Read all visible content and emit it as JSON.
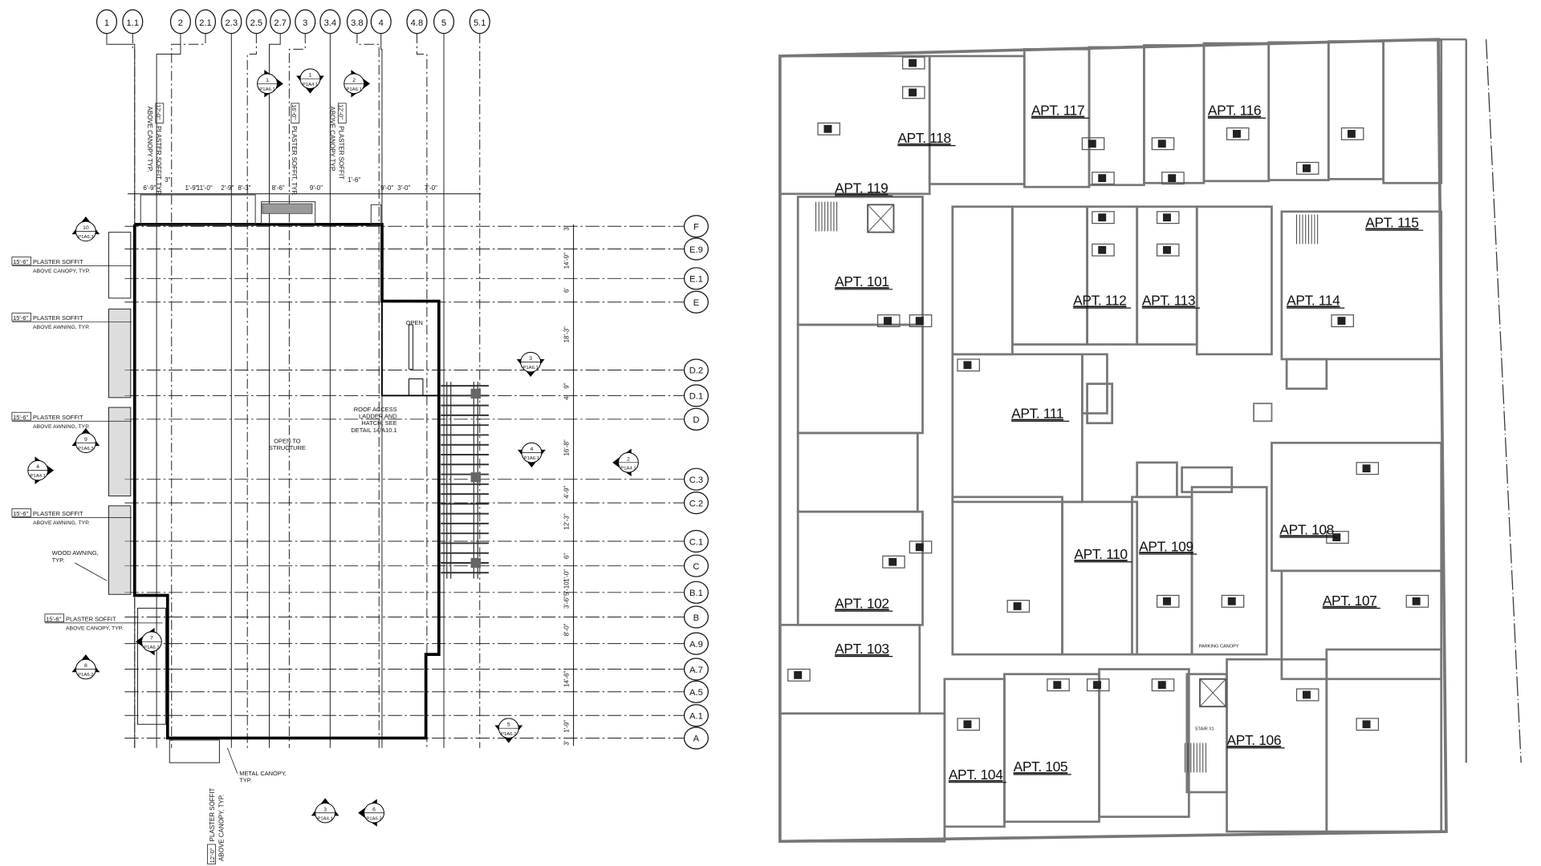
{
  "left_plan": {
    "column_grid": [
      "1",
      "1.1",
      "2",
      "2.1",
      "2.3",
      "2.5",
      "2.7",
      "3",
      "3.4",
      "3.8",
      "4",
      "4.8",
      "5",
      "5.1"
    ],
    "row_grid": [
      "F",
      "E.9",
      "E.1",
      "E",
      "D.2",
      "D.1",
      "D",
      "C.3",
      "C.2",
      "C.1",
      "C",
      "B.1",
      "B",
      "A.9",
      "A.7",
      "A.5",
      "A.1",
      "A"
    ],
    "top_dimensions": [
      "6'-9\"",
      "3\"",
      "1'-9\"",
      "11'-0\"",
      "2'-9\"",
      "8'-3\"",
      "8'-6\"",
      "9'-0\"",
      "1'-6\"",
      "9'-0\"",
      "3'-0\"",
      "7'-0\""
    ],
    "side_dimensions": [
      "3'",
      "14'-9\"",
      "6'",
      "18'-3\"",
      "9\"",
      "4'",
      "16'-8\"",
      "4'-9\"",
      "12'-3\"",
      "6\"",
      "1'-0\"",
      "5'-10\"",
      "3'-6\"",
      "8'-0\"",
      "14'-6\"",
      "1'-9\"",
      "3'"
    ],
    "vertical_notes": [
      {
        "tag": "12'-0\"",
        "text": "PLASTER SOFFIT, TYP.",
        "sub": "ABOVE CANOPY TYP."
      },
      {
        "tag": "16'-0\"",
        "text": "PLASTER SOFFIT, TYP.",
        "sub": ""
      },
      {
        "tag": "12'-0\"",
        "text": "PLASTER SOFFIT",
        "sub": "ABOVE CANOPY TYP."
      },
      {
        "tag": "12'-0\"",
        "text": "PLASTER SOFFIT",
        "sub": "ABOVE CANOPY, TYP."
      }
    ],
    "side_notes": [
      {
        "tag": "15'-6\"",
        "text": "PLASTER SOFFIT",
        "sub": "ABOVE CANOPY, TYP."
      },
      {
        "tag": "15'-6\"",
        "text": "PLASTER SOFFIT",
        "sub": "ABOVE AWNING, TYP."
      },
      {
        "tag": "15'-6\"",
        "text": "PLASTER SOFFIT",
        "sub": "ABOVE AWNING, TYP."
      },
      {
        "tag": "15'-6\"",
        "text": "PLASTER SOFFIT",
        "sub": "ABOVE AWNING, TYP."
      },
      {
        "tag": "15'-6\"",
        "text": "PLASTER SOFFIT",
        "sub": "ABOVE CANOPY, TYP."
      }
    ],
    "notes": {
      "open": "OPEN",
      "roof_access": [
        "ROOF ACCESS",
        "LADDER AND",
        "HATCH, SEE",
        "DETAIL 14/A10.1"
      ],
      "open_to_structure": [
        "OPEN TO",
        "STRUCTURE"
      ],
      "wood_awning": [
        "WOOD AWNING,",
        "TYP."
      ],
      "metal_canopy": [
        "METAL CANOPY,",
        "TYP."
      ]
    },
    "section_markers": [
      {
        "num": "1",
        "sheet": "P1A6.1"
      },
      {
        "num": "1",
        "sheet": "P1A4.1"
      },
      {
        "num": "2",
        "sheet": "P1A6.1"
      },
      {
        "num": "10",
        "sheet": "P1A6.3"
      },
      {
        "num": "3",
        "sheet": "P1A6.1"
      },
      {
        "num": "4",
        "sheet": "P1A6.1"
      },
      {
        "num": "2",
        "sheet": "P1A4.1"
      },
      {
        "num": "9",
        "sheet": "P1A6.3"
      },
      {
        "num": "4",
        "sheet": "P1A4.1"
      },
      {
        "num": "7",
        "sheet": "P1A6.2"
      },
      {
        "num": "8",
        "sheet": "P1A6.2"
      },
      {
        "num": "5",
        "sheet": "P1A6.2"
      },
      {
        "num": "3",
        "sheet": "P1A4.1"
      },
      {
        "num": "6",
        "sheet": "P1A6.2"
      }
    ]
  },
  "right_plan": {
    "apartments": [
      "APT. 118",
      "APT. 117",
      "APT. 116",
      "APT. 119",
      "APT. 115",
      "APT. 101",
      "APT. 112",
      "APT. 113",
      "APT. 114",
      "APT. 111",
      "APT. 110",
      "APT. 109",
      "APT. 108",
      "APT. 107",
      "APT. 102",
      "APT. 103",
      "APT. 106",
      "APT. 104",
      "APT. 105"
    ],
    "notes": {
      "canopy": "PARKING CANOPY",
      "stair": "STAIR #1"
    }
  }
}
